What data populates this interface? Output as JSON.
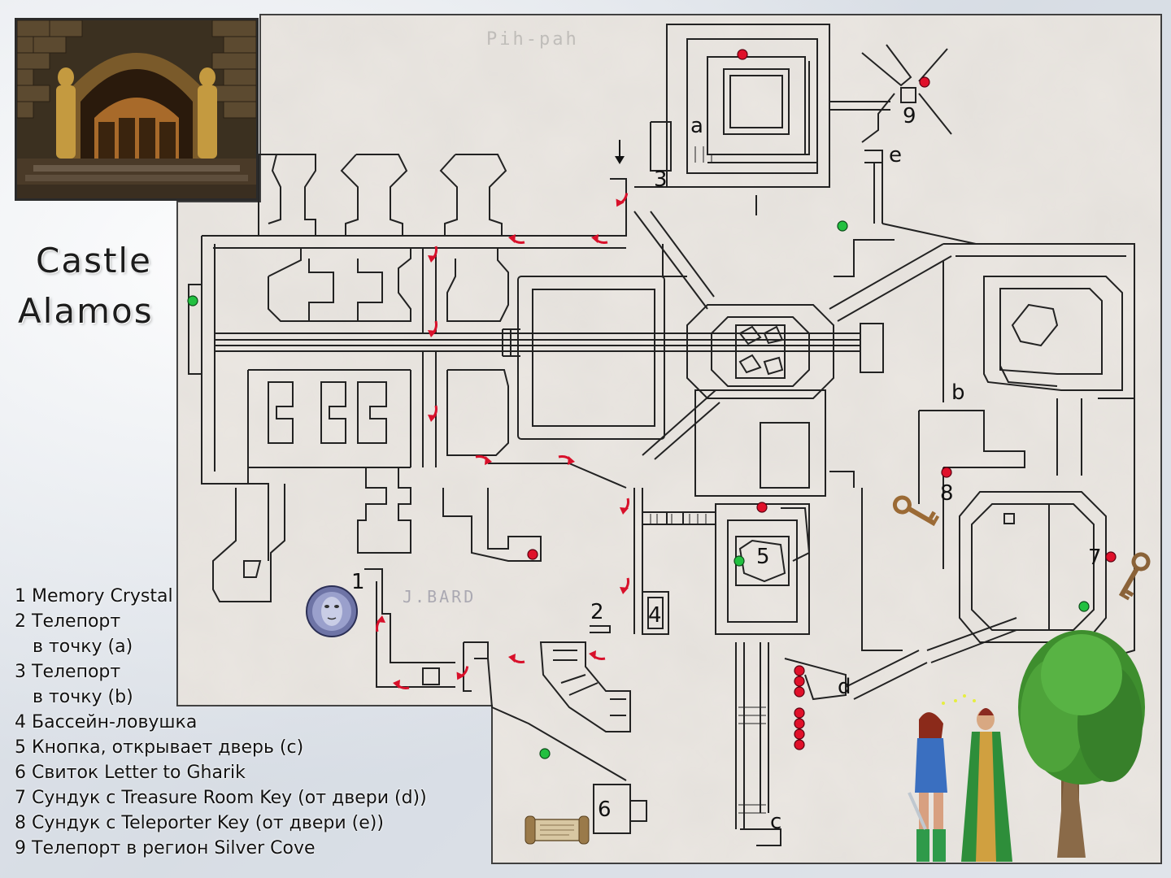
{
  "title": {
    "line1": "Castle",
    "line2": "Alamos"
  },
  "watermarks": {
    "top": "Pih-pah",
    "artist": "J.BARD"
  },
  "legend": [
    {
      "number": "1",
      "text": "Memory Crystal"
    },
    {
      "number": "2",
      "text": "Телепорт",
      "cont": "в точку (а)"
    },
    {
      "number": "3",
      "text": "Телепорт",
      "cont": "в точку (b)"
    },
    {
      "number": "4",
      "text": "Бассейн-ловушка"
    },
    {
      "number": "5",
      "text": "Кнопка, открывает дверь (с)"
    },
    {
      "number": "6",
      "text": "Свиток Letter to Gharik"
    },
    {
      "number": "7",
      "text": "Сундук с Treasure Room Key (от двери (d))"
    },
    {
      "number": "8",
      "text": "Сундук с Teleporter Key (от двери (е))"
    },
    {
      "number": "9",
      "text": "Телепорт в регион Silver Cove"
    }
  ],
  "map_labels": {
    "n1": "1",
    "n2": "2",
    "n3": "3",
    "n4": "4",
    "n5": "5",
    "n6": "6",
    "n7": "7",
    "n8": "8",
    "n9": "9",
    "a": "a",
    "b": "b",
    "c": "c",
    "d": "d",
    "e": "e"
  },
  "colors": {
    "wall": "#222222",
    "paper": "#ebe7e3",
    "red_marker": "#e0102a",
    "green_marker": "#22c040",
    "arrow": "#d8102a",
    "key": "#a0703a"
  },
  "icons": [
    "memory-crystal-icon",
    "scroll-icon",
    "key-icon",
    "tree-icon",
    "characters-icon",
    "arrow-icon"
  ]
}
